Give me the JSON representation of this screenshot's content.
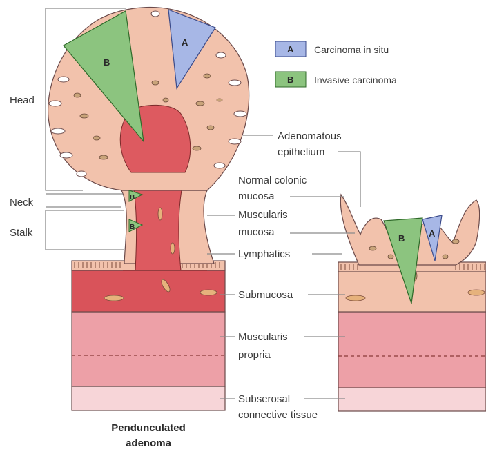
{
  "legend": [
    {
      "key": "A",
      "label": "Carcinoma in situ",
      "color": "#a7b7e6"
    },
    {
      "key": "B",
      "label": "Invasive carcinoma",
      "color": "#8cc47f"
    }
  ],
  "left_labels": {
    "head": "Head",
    "neck": "Neck",
    "stalk": "Stalk"
  },
  "center_labels": {
    "adenomatous_1": "Adenomatous",
    "adenomatous_2": "epithelium",
    "normal_1": "Normal colonic",
    "normal_2": "mucosa",
    "muscularis_mucosa_1": "Muscularis",
    "muscularis_mucosa_2": "mucosa",
    "lymphatics": "Lymphatics",
    "submucosa": "Submucosa",
    "muscularis_propria_1": "Muscularis",
    "muscularis_propria_2": "propria",
    "subserosal_1": "Subserosal",
    "subserosal_2": "connective tissue"
  },
  "caption": {
    "line1": "Pendunculated",
    "line2": "adenoma"
  },
  "region_letters": {
    "left_a": "A",
    "left_b": "B",
    "stalk_b1": "B",
    "stalk_b2": "B",
    "right_a": "A",
    "right_b": "B"
  },
  "colors": {
    "epithelium": "#f2c2ac",
    "submucosa": "#d9535a",
    "muscularis": "#eda0a7",
    "subserosa": "#f7d5d8",
    "stalk_core": "#dd5a60",
    "gland_spot": "#c9a47a",
    "carcinoma_in_situ": "#a7b7e6",
    "invasive_carcinoma": "#8cc47f"
  }
}
